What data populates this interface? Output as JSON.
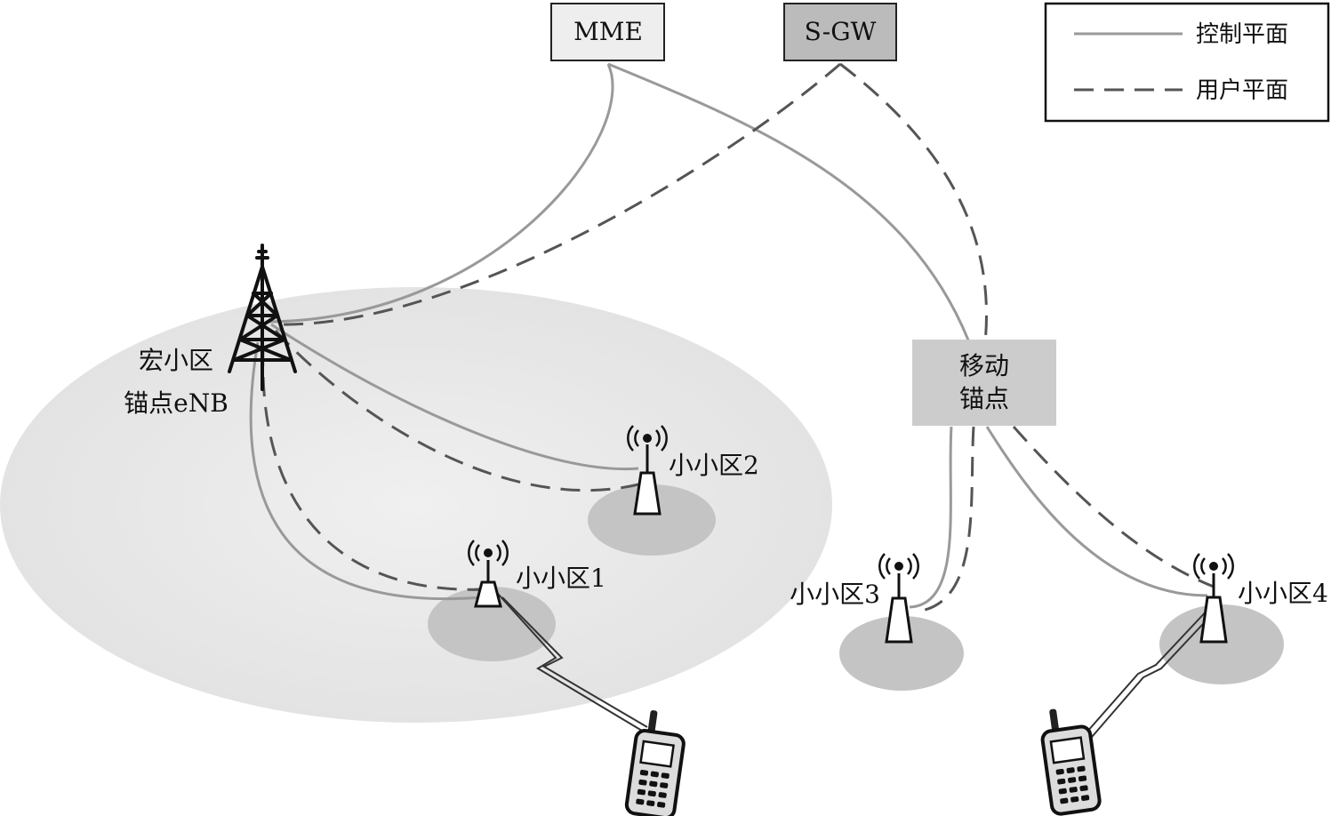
{
  "nodes": {
    "mme": "MME",
    "sgw": "S-GW",
    "mobile_anchor": [
      "移动",
      "锚点"
    ],
    "macro_anchor": [
      "宏小区",
      "锚点eNB"
    ]
  },
  "cells": {
    "small1": "小小区1",
    "small2": "小小区2",
    "small3": "小小区3",
    "small4": "小小区4"
  },
  "legend": {
    "control_plane": "控制平面",
    "user_plane": "用户平面"
  },
  "colors": {
    "control_line": "#999999",
    "user_line": "#555555",
    "mme_fill": "#eeeeee",
    "sgw_fill": "#bbbbbb",
    "anchor_fill": "#cccccc",
    "macro_area": "#ebebeb",
    "small_area": "#c4c4c4"
  }
}
